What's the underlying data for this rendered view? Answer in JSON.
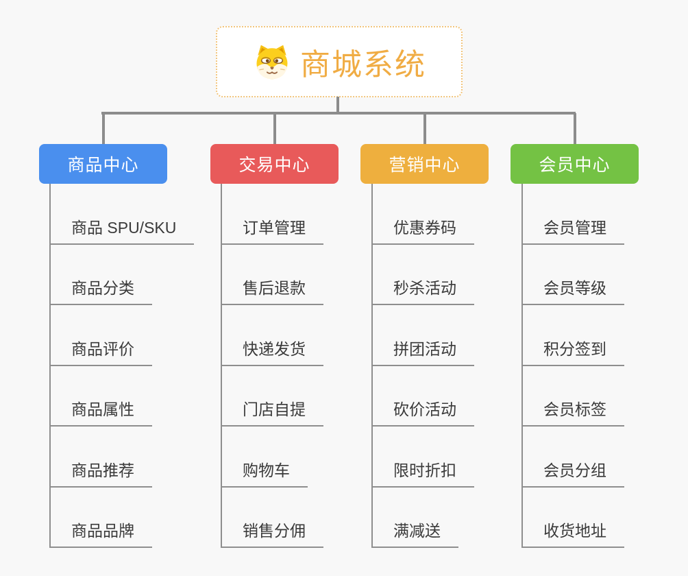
{
  "page": {
    "background": "#f8f8f8"
  },
  "connectors": {
    "color": "#8c8c8c"
  },
  "root": {
    "title": "商城系统",
    "title_color": "#f0ac44",
    "border_color": "#f2c57c",
    "icon": "dog-face-icon"
  },
  "branches": [
    {
      "label": "商品中心",
      "color": "#4a8fee",
      "items": [
        "商品 SPU/SKU",
        "商品分类",
        "商品评价",
        "商品属性",
        "商品推荐",
        "商品品牌"
      ]
    },
    {
      "label": "交易中心",
      "color": "#e85a5a",
      "items": [
        "订单管理",
        "售后退款",
        "快递发货",
        "门店自提",
        "购物车",
        "销售分佣"
      ]
    },
    {
      "label": "营销中心",
      "color": "#eeaf3e",
      "items": [
        "优惠券码",
        "秒杀活动",
        "拼团活动",
        "砍价活动",
        "限时折扣",
        "满减送"
      ]
    },
    {
      "label": "会员中心",
      "color": "#74c244",
      "items": [
        "会员管理",
        "会员等级",
        "积分签到",
        "会员标签",
        "会员分组",
        "收货地址"
      ]
    }
  ]
}
